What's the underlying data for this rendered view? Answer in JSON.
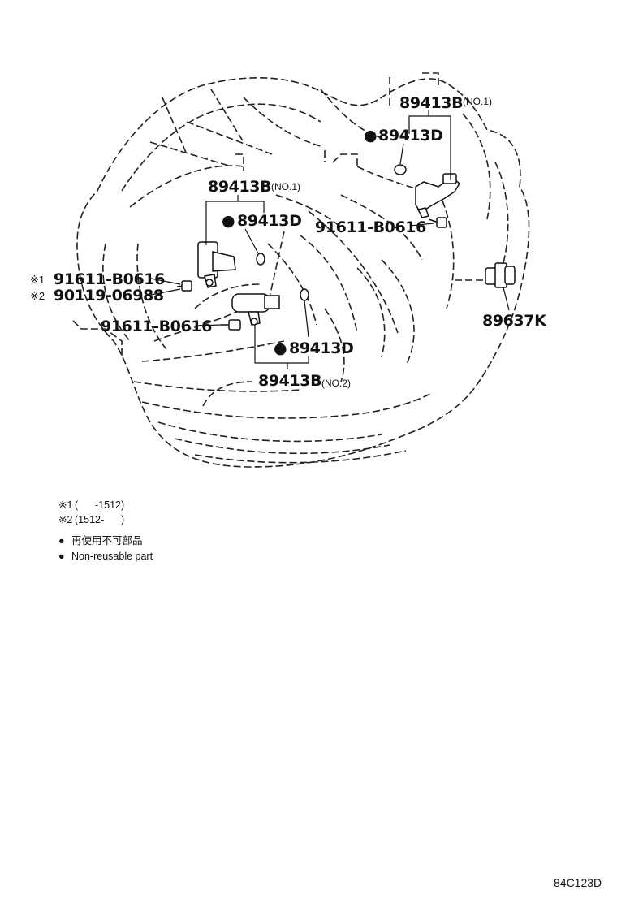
{
  "callouts": {
    "upper_right_sensor": {
      "part": "89413B",
      "note": "(NO.1)"
    },
    "upper_right_oring": {
      "marker": "●",
      "part": "89413D"
    },
    "upper_right_bolt": {
      "part": "91611-B0616"
    },
    "left_sensor": {
      "part": "89413B",
      "note": "(NO.1)"
    },
    "left_oring": {
      "marker": "●",
      "part": "89413D"
    },
    "left_bolt_1": {
      "mark": "※1",
      "part": "91611-B0616"
    },
    "left_bolt_2": {
      "mark": "※2",
      "part": "90119-06988"
    },
    "lower_bolt": {
      "part": "91611-B0616"
    },
    "lower_oring": {
      "marker": "●",
      "part": "89413D"
    },
    "lower_sensor": {
      "part": "89413B",
      "note": "(NO.2)"
    },
    "right_sensor": {
      "part": "89637K"
    }
  },
  "footnotes": {
    "note1": {
      "mark": "※1",
      "text": "(      -1512)"
    },
    "note2": {
      "mark": "※2",
      "text": "(1512-      )"
    },
    "legend_jp": {
      "marker": "●",
      "text": "再使用不可部品"
    },
    "legend_en": {
      "marker": "●",
      "text": "Non-reusable part"
    }
  },
  "diagram_code": "84C123D"
}
